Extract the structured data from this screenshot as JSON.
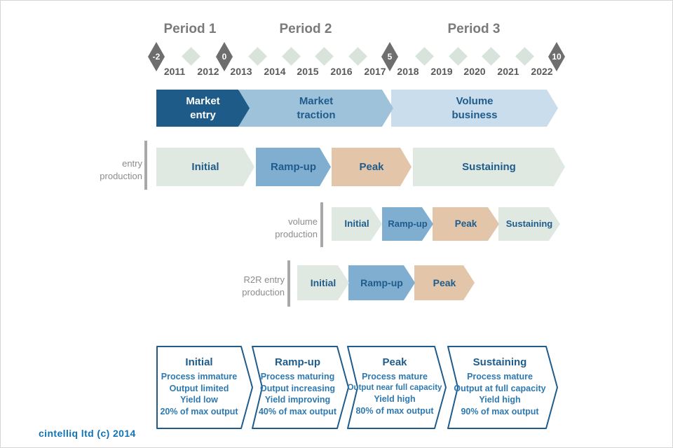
{
  "periods": [
    {
      "label": "Period 1"
    },
    {
      "label": "Period 2"
    },
    {
      "label": "Period 3"
    }
  ],
  "timeline": {
    "milestones": [
      "-2",
      "0",
      "5",
      "10"
    ],
    "years": [
      "2011",
      "2012",
      "2013",
      "2014",
      "2015",
      "2016",
      "2017",
      "2018",
      "2019",
      "2020",
      "2021",
      "2022"
    ]
  },
  "market_phases": [
    {
      "label": "Market\nentry"
    },
    {
      "label": "Market\ntraction"
    },
    {
      "label": "Volume\nbusiness"
    }
  ],
  "rows": [
    {
      "label": "entry\nproduction",
      "phases": [
        "Initial",
        "Ramp-up",
        "Peak",
        "Sustaining"
      ]
    },
    {
      "label": "volume\nproduction",
      "phases": [
        "Initial",
        "Ramp-up",
        "Peak",
        "Sustaining"
      ]
    },
    {
      "label": "R2R entry\nproduction",
      "phases": [
        "Initial",
        "Ramp-up",
        "Peak"
      ]
    }
  ],
  "legend": [
    {
      "title": "Initial",
      "lines": [
        "Process immature",
        "Output limited",
        "Yield low",
        "20% of max output"
      ]
    },
    {
      "title": "Ramp-up",
      "lines": [
        "Process maturing",
        "Output increasing",
        "Yield improving",
        "40% of max output"
      ]
    },
    {
      "title": "Peak",
      "lines": [
        "Process mature",
        "Output near full capacity",
        "Yield high",
        "80% of max output"
      ]
    },
    {
      "title": "Sustaining",
      "lines": [
        "Process mature",
        "Output at full capacity",
        "Yield high",
        "90% of max output"
      ]
    }
  ],
  "footer": {
    "copyright": "cintelliq ltd (c) 2014"
  },
  "colors": {
    "dark_blue": "#1f5c8b",
    "medium_blue": "#9dc2da",
    "light_blue": "#c9ddec",
    "ramp_blue": "#7faed1",
    "pale_green": "#dfe9e2",
    "peak_tan": "#e3c6a9",
    "dark_diamond_gray": "#6e6e6e",
    "light_diamond_green": "#d8e4db"
  }
}
